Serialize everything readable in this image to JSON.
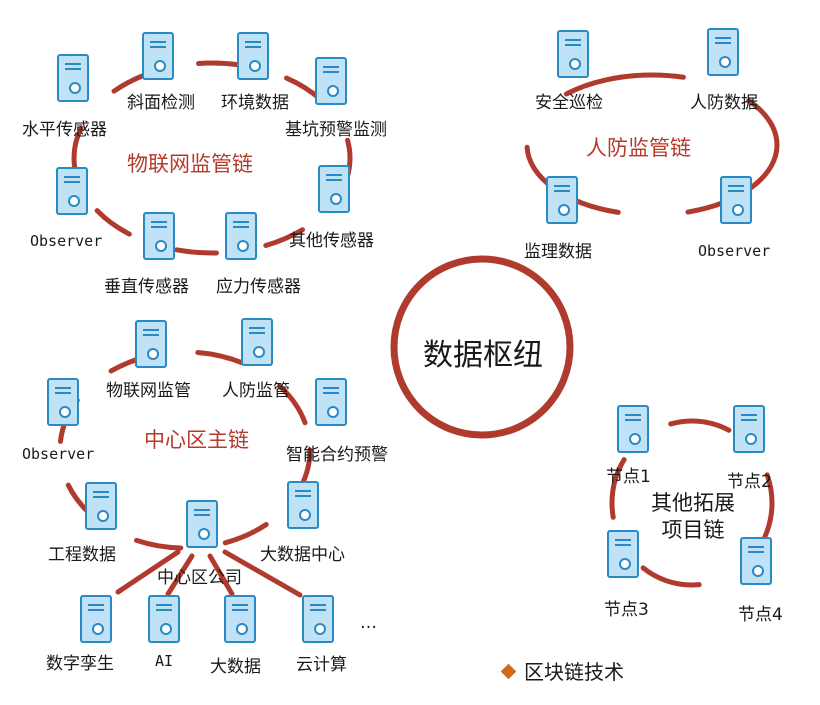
{
  "hub": {
    "label": "数据枢纽"
  },
  "iot_chain": {
    "title": "物联网监管链",
    "nodes": [
      "斜面检测",
      "环境数据",
      "基坑预警监测",
      "水平传感器",
      "其他传感器",
      "Observer",
      "垂直传感器",
      "应力传感器"
    ]
  },
  "civil_chain": {
    "title": "人防监管链",
    "nodes": [
      "安全巡检",
      "人防数据",
      "监理数据",
      "Observer"
    ]
  },
  "center_chain": {
    "title": "中心区主链",
    "nodes": [
      "物联网监管",
      "人防监管",
      "Observer",
      "智能合约预警",
      "工程数据",
      "中心区公司",
      "大数据中心"
    ],
    "sub_nodes": [
      "数字孪生",
      "AI",
      "大数据",
      "云计算"
    ],
    "ellipsis": "…"
  },
  "other_chain": {
    "title_line1": "其他拓展",
    "title_line2": "项目链",
    "nodes": [
      "节点1",
      "节点2",
      "节点3",
      "节点4"
    ]
  },
  "legend": {
    "label": "区块链技术",
    "color": "#d2691e"
  },
  "colors": {
    "chain_line": "#b03a2e",
    "server_stroke": "#2a8ac4",
    "server_fill": "#bfe2f6"
  }
}
